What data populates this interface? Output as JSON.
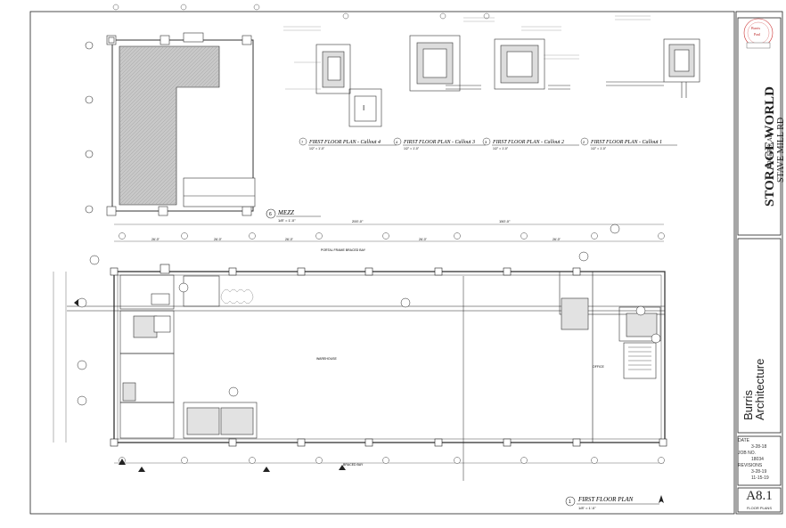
{
  "project": {
    "name": "STORAGE WORLD",
    "road": "STAVE MILL RD",
    "city": "ROGERS, AR"
  },
  "firm": {
    "name_line1": "Burris",
    "name_line2": "Architecture"
  },
  "callouts": [
    {
      "num": "7",
      "title": "FIRST FLOOR PLAN - Callout 4",
      "scale": "1/2\" = 1'-0\""
    },
    {
      "num": "4",
      "title": "FIRST FLOOR PLAN - Callout 3",
      "scale": "1/2\" = 1'-0\""
    },
    {
      "num": "3",
      "title": "FIRST FLOOR PLAN - Callout 2",
      "scale": "1/2\" = 1'-0\""
    },
    {
      "num": "2",
      "title": "FIRST FLOOR PLAN - Callout 1",
      "scale": "1/2\" = 1'-0\""
    }
  ],
  "mezz": {
    "num": "6",
    "title": "MEZZ",
    "scale": "1/8\" = 1'-0\""
  },
  "main_plan": {
    "num": "1",
    "title": "FIRST FLOOR PLAN",
    "scale": "1/8\" = 1'-0\""
  },
  "dims": {
    "overall_top": "200'-0\"",
    "overall_top_right": "150'-0\"",
    "bay": "26'-0\"",
    "portal_bay": "PORTAL FRAME BRACED BAY",
    "braced_bay": "BRACED BAY",
    "warehouse": "WAREHOUSE",
    "office": "OFFICE"
  },
  "sheet_info": {
    "date_label": "DATE",
    "date": "3-28-18",
    "job_label": "JOB NO.",
    "job": "18034",
    "revision_label": "REVISIONS",
    "rev1": "3-28-19",
    "rev2": "11-15-19",
    "sheet_number": "A8.1",
    "sheet_name": "FLOOR PLANS"
  }
}
